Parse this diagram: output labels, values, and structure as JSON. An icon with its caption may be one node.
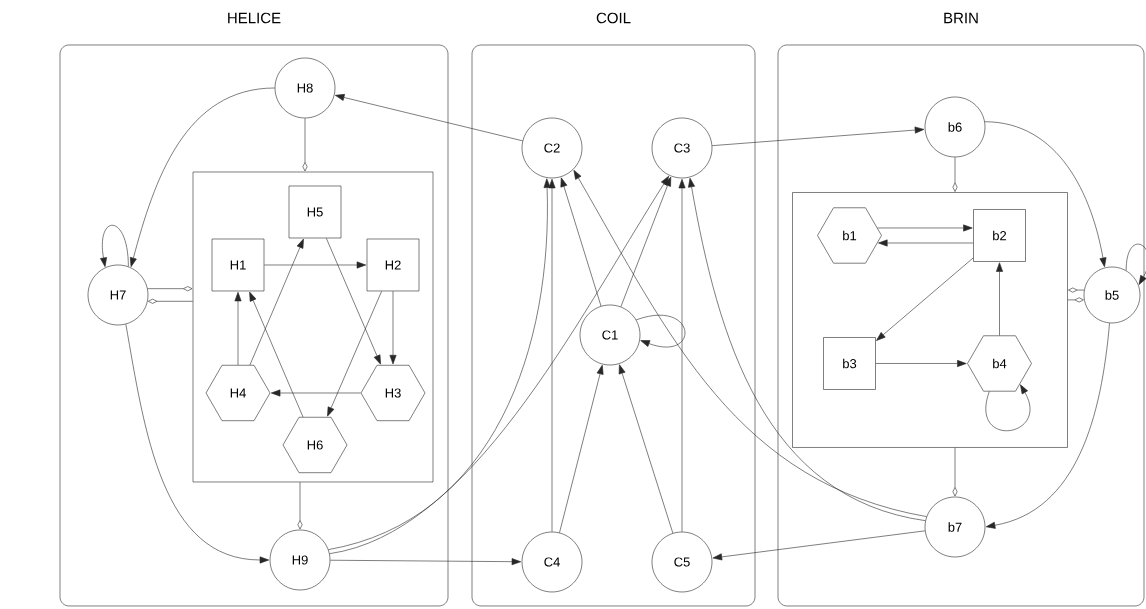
{
  "diagram": {
    "nodes": [
      {
        "text": [
          "HELICE"
        ]
      },
      {
        "text": [
          "COIL"
        ]
      },
      {
        "text": [
          "BRIN"
        ]
      },
      {
        "text": [
          "H8"
        ],
        "in": 0
      },
      {
        "text": [
          "H7"
        ],
        "in": 0
      },
      {
        "text": [],
        "shape": "box",
        "in": 0
      },
      {
        "text": [
          "H5"
        ],
        "in": 5
      },
      {
        "text": [
          "H1"
        ],
        "in": 5
      },
      {
        "text": [
          "H2"
        ],
        "in": 5
      },
      {
        "text": [
          "H4"
        ],
        "in": 5
      },
      {
        "text": [
          "H3"
        ],
        "in": 5
      },
      {
        "text": [
          "H6"
        ],
        "in": 5
      },
      {
        "text": [
          "H9"
        ],
        "in": 0
      },
      {
        "text": [
          "C2"
        ],
        "in": 1
      },
      {
        "text": [
          "C3"
        ],
        "in": 1
      },
      {
        "text": [
          "C1"
        ],
        "in": 1
      },
      {
        "text": [
          "C4"
        ],
        "in": 1
      },
      {
        "text": [
          "C5"
        ],
        "in": 1
      },
      {
        "text": [
          "b6"
        ],
        "in": 2
      },
      {
        "text": [],
        "shape": "box",
        "in": 2
      },
      {
        "text": [
          "b1"
        ],
        "in": 19
      },
      {
        "text": [
          "b2"
        ],
        "in": 19
      },
      {
        "text": [
          "b5"
        ],
        "in": 2
      },
      {
        "text": [
          "b3"
        ],
        "in": 19
      },
      {
        "text": [
          "b4"
        ],
        "in": 19
      },
      {
        "text": [
          "b7"
        ],
        "in": 2
      }
    ],
    "edges": [
      {
        "from": 3,
        "to": 4,
        "arrow": "to"
      },
      {
        "from": 3,
        "to": 5,
        "arrow": "other"
      },
      {
        "from": 4,
        "to": 4,
        "arrow": "to"
      },
      {
        "from": 4,
        "to": 5,
        "arrow": "other"
      },
      {
        "from": 5,
        "to": 4,
        "arrow": "other"
      },
      {
        "from": 4,
        "to": 12,
        "arrow": "to"
      },
      {
        "from": 5,
        "to": 12,
        "arrow": "other"
      },
      {
        "from": 7,
        "to": 8,
        "arrow": "to"
      },
      {
        "from": 6,
        "to": 10,
        "arrow": "to"
      },
      {
        "from": 8,
        "to": 10,
        "arrow": "to"
      },
      {
        "from": 8,
        "to": 11,
        "arrow": "to"
      },
      {
        "from": 10,
        "to": 9,
        "arrow": "to"
      },
      {
        "from": 9,
        "to": 7,
        "arrow": "to"
      },
      {
        "from": 9,
        "to": 6,
        "arrow": "to"
      },
      {
        "from": 11,
        "to": 7,
        "arrow": "to"
      },
      {
        "from": 12,
        "to": 13,
        "arrow": "to"
      },
      {
        "from": 12,
        "to": 14,
        "arrow": "to"
      },
      {
        "from": 12,
        "to": 16,
        "arrow": "to"
      },
      {
        "from": 13,
        "to": 3,
        "arrow": "to"
      },
      {
        "from": 14,
        "to": 18,
        "arrow": "to"
      },
      {
        "from": 16,
        "to": 13,
        "arrow": "to"
      },
      {
        "from": 16,
        "to": 15,
        "arrow": "to"
      },
      {
        "from": 15,
        "to": 13,
        "arrow": "to"
      },
      {
        "from": 15,
        "to": 14,
        "arrow": "to"
      },
      {
        "from": 15,
        "to": 15,
        "arrow": "to"
      },
      {
        "from": 17,
        "to": 15,
        "arrow": "to"
      },
      {
        "from": 17,
        "to": 14,
        "arrow": "to"
      },
      {
        "from": 25,
        "to": 13,
        "arrow": "to"
      },
      {
        "from": 25,
        "to": 14,
        "arrow": "to"
      },
      {
        "from": 25,
        "to": 17,
        "arrow": "to"
      },
      {
        "from": 18,
        "to": 22,
        "arrow": "to"
      },
      {
        "from": 18,
        "to": 19,
        "arrow": "other"
      },
      {
        "from": 22,
        "to": 22,
        "arrow": "to"
      },
      {
        "from": 22,
        "to": 19,
        "arrow": "other"
      },
      {
        "from": 19,
        "to": 22,
        "arrow": "other"
      },
      {
        "from": 22,
        "to": 25,
        "arrow": "to"
      },
      {
        "from": 19,
        "to": 25,
        "arrow": "other"
      },
      {
        "from": 20,
        "to": 21,
        "arrow": "to"
      },
      {
        "from": 21,
        "to": 20,
        "arrow": "to"
      },
      {
        "from": 21,
        "to": 23,
        "arrow": "to"
      },
      {
        "from": 23,
        "to": 24,
        "arrow": "to"
      },
      {
        "from": 24,
        "to": 21,
        "arrow": "to"
      },
      {
        "from": 24,
        "to": 24,
        "arrow": "to"
      }
    ]
  }
}
